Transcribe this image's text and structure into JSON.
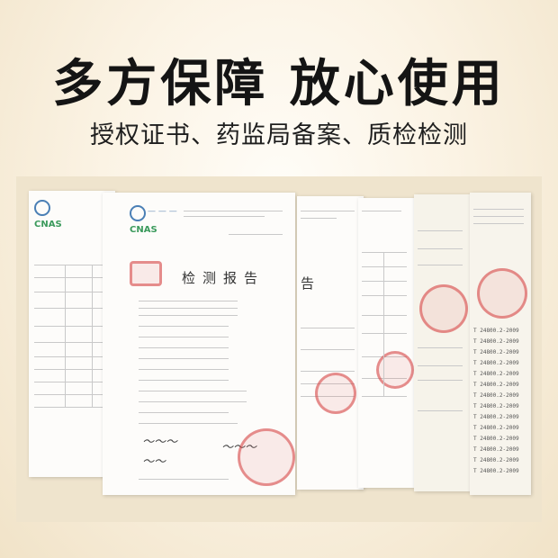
{
  "headline": "多方保障 放心使用",
  "subline": "授权证书、药监局备案、质检检测",
  "report": {
    "title": "检测报告",
    "title_fragment": "告"
  },
  "right_doc_rows": [
    "T 24800.2-2009",
    "T 24800.2-2009",
    "T 24800.2-2009",
    "T 24800.2-2009",
    "T 24800.2-2009",
    "T 24800.2-2009",
    "T 24800.2-2009",
    "T 24800.2-2009",
    "T 24800.2-2009",
    "T 24800.2-2009",
    "T 24800.2-2009",
    "T 24800.2-2009",
    "T 24800.2-2009",
    "T 24800.2-2009"
  ],
  "colors": {
    "background": "#fbf3e4",
    "headline": "#141414",
    "stamp": "#d64040",
    "cnas": "#3b9a5c"
  }
}
